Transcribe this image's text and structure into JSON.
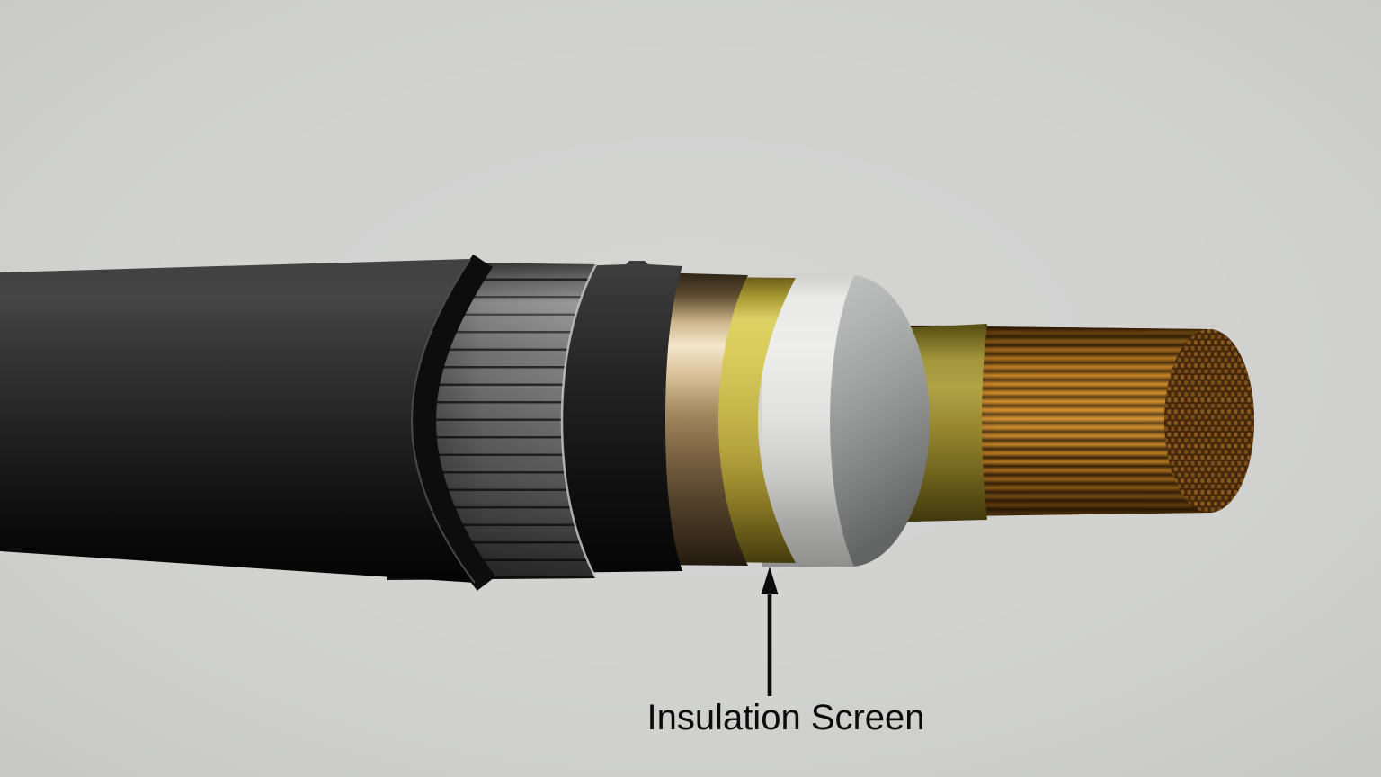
{
  "scene": {
    "description": "3D cutaway render of an armoured high-voltage power cable",
    "background_color": "#d0d1cf"
  },
  "annotation": {
    "label": "Insulation Screen",
    "arrow_direction": "up",
    "color": "#0b0b0b"
  },
  "cable_layers": [
    {
      "name": "outer-sheath",
      "color": "#2c2c2c"
    },
    {
      "name": "armour-wires",
      "color": "#828282"
    },
    {
      "name": "inner-sheath",
      "color": "#1e1e1e"
    },
    {
      "name": "copper-tape-screen",
      "color": "#caa86f",
      "highlight": "#f3e7ca"
    },
    {
      "name": "insulation-screen",
      "color": "#c7b84c",
      "highlight": "#ddd165"
    },
    {
      "name": "insulation",
      "color": "#e9e9e7",
      "end_face_color": "#9a9c9b"
    },
    {
      "name": "conductor-screen",
      "color": "#9a8b30"
    },
    {
      "name": "copper-conductor",
      "color": "#c28127",
      "end_face_color": "#43270c"
    }
  ]
}
